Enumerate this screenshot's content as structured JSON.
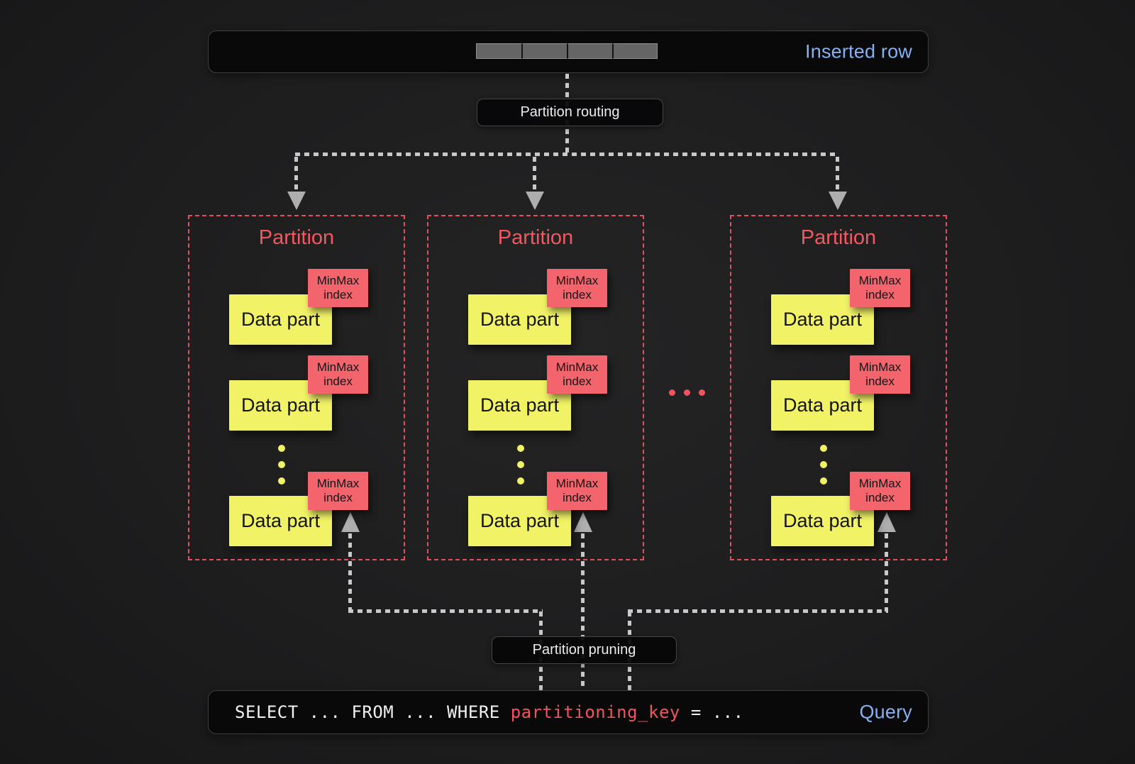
{
  "inserted_row": {
    "label": "Inserted row",
    "segment_count": 4
  },
  "steps": {
    "partition_routing": "Partition routing",
    "partition_pruning": "Partition pruning"
  },
  "partitions": [
    {
      "title": "Partition"
    },
    {
      "title": "Partition"
    },
    {
      "title": "Partition"
    }
  ],
  "part_labels": {
    "data": "Data part",
    "minmax_line1": "MinMax",
    "minmax_line2": "index"
  },
  "query": {
    "select_part": "SELECT ... FROM ... WHERE ",
    "key": "partitioning_key",
    "tail": " = ...",
    "label": "Query"
  },
  "colors": {
    "background": "#1e1e1f",
    "accent_blue": "#85b1f3",
    "accent_red": "#f2545f",
    "minmax_red": "#f4646d",
    "datapart_yellow": "#f1f266",
    "connector_gray": "#c9c9c9",
    "bar_black": "#09090a"
  }
}
